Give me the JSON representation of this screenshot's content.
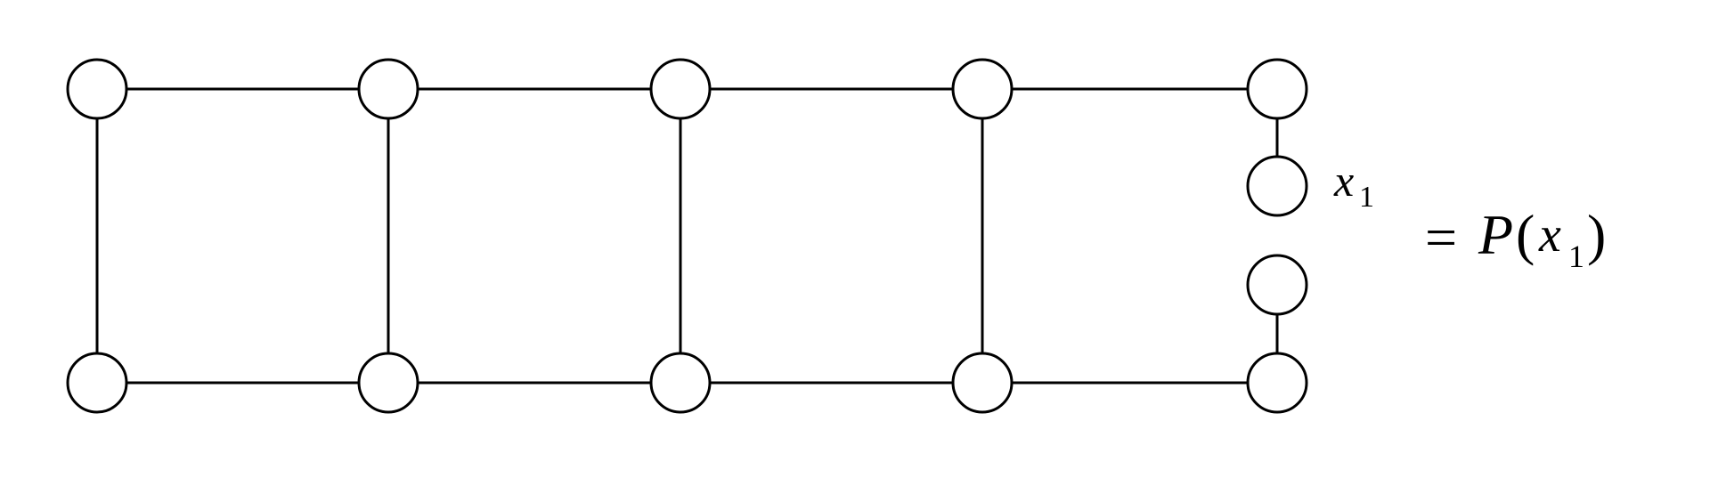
{
  "diagram": {
    "node_label": {
      "var": "x",
      "sub": "1"
    },
    "equation": {
      "equals": "=",
      "func": "P",
      "open": "(",
      "var": "x",
      "sub": "1",
      "close": ")"
    }
  },
  "colors": {
    "stroke": "#000000",
    "background": "#ffffff"
  }
}
